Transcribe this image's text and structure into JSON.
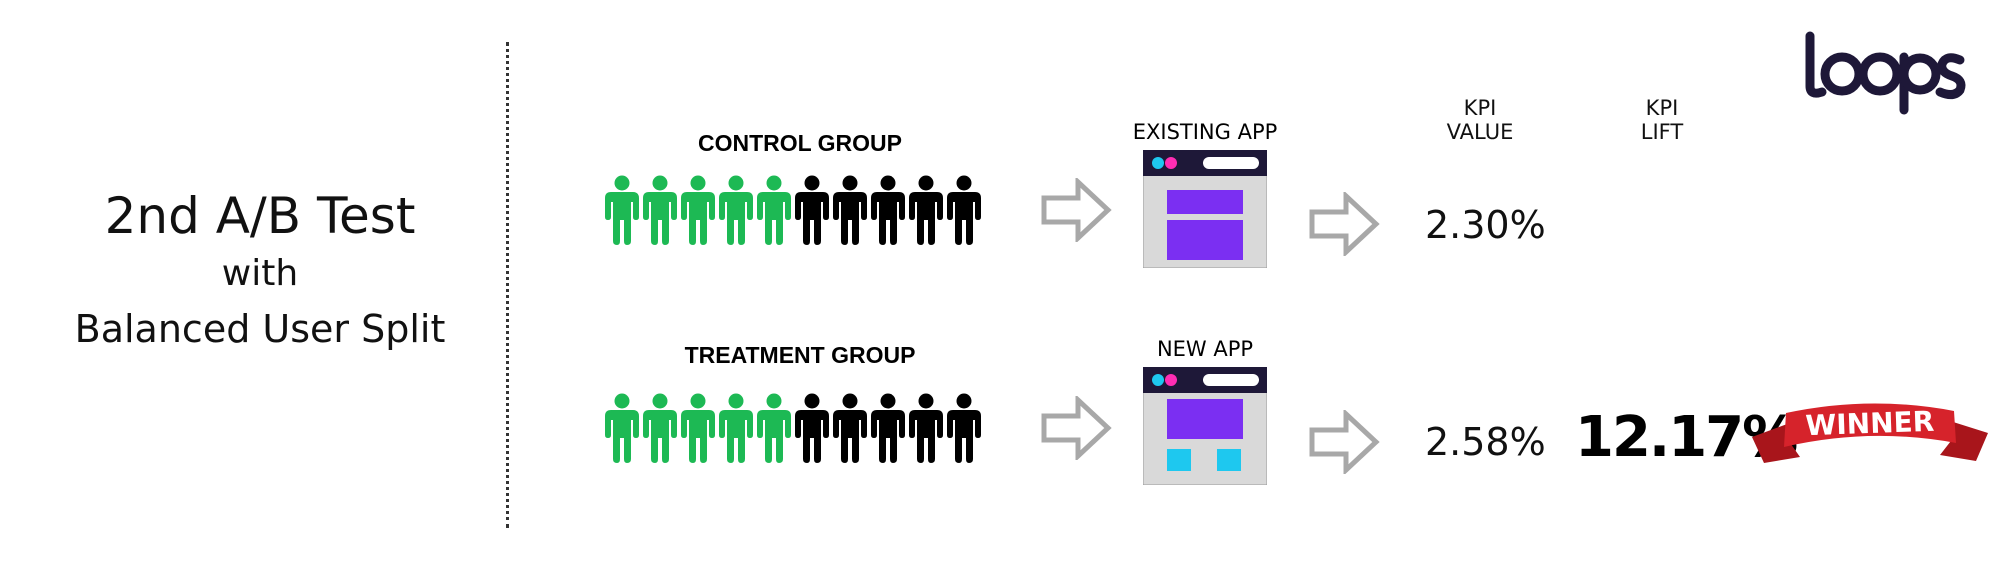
{
  "title": {
    "line1": "2nd A/B Test",
    "line2": "with",
    "line3": "Balanced User Split"
  },
  "logo": {
    "text": "loops",
    "color": "#1e1838",
    "icon": "loops-logo"
  },
  "colors": {
    "green_person": "#1db954",
    "black_person": "#000000",
    "arrow_gray": "#a8a8a8",
    "app_header": "#1e1838",
    "app_body": "#d9d9d9",
    "app_purple": "#7b2ff2",
    "app_cyan": "#1ec8ef",
    "dot_pink": "#ff2db3",
    "winner_red": "#d6232b"
  },
  "headers": {
    "kpi_value": [
      "KPI",
      "VALUE"
    ],
    "kpi_lift": [
      "KPI",
      "LIFT"
    ]
  },
  "control": {
    "label": "CONTROL GROUP",
    "green_count": 5,
    "black_count": 5,
    "app_label": "EXISTING APP",
    "kpi_value": "2.30%"
  },
  "treatment": {
    "label": "TREATMENT GROUP",
    "green_count": 5,
    "black_count": 5,
    "app_label": "NEW APP",
    "kpi_value": "2.58%",
    "kpi_lift": "12.17%",
    "badge": "WINNER"
  }
}
